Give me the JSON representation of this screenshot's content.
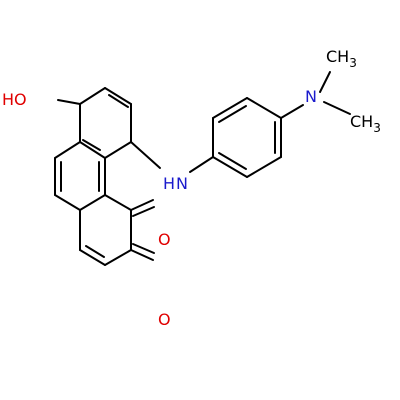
{
  "molecule": {
    "colors": {
      "carbon_bond": "#000000",
      "oxygen": "#e00000",
      "nitrogen": "#1a1acc",
      "background": "#ffffff"
    },
    "atoms": {
      "hydroxyl": "HO",
      "amine_h": "H",
      "amine_n": "N",
      "dimethyl_n": "N",
      "methyl_top": "CH",
      "methyl_top_sub": "3",
      "methyl_right": "CH",
      "methyl_right_sub": "3",
      "carbonyl_upper": "O",
      "carbonyl_lower": "O"
    }
  }
}
